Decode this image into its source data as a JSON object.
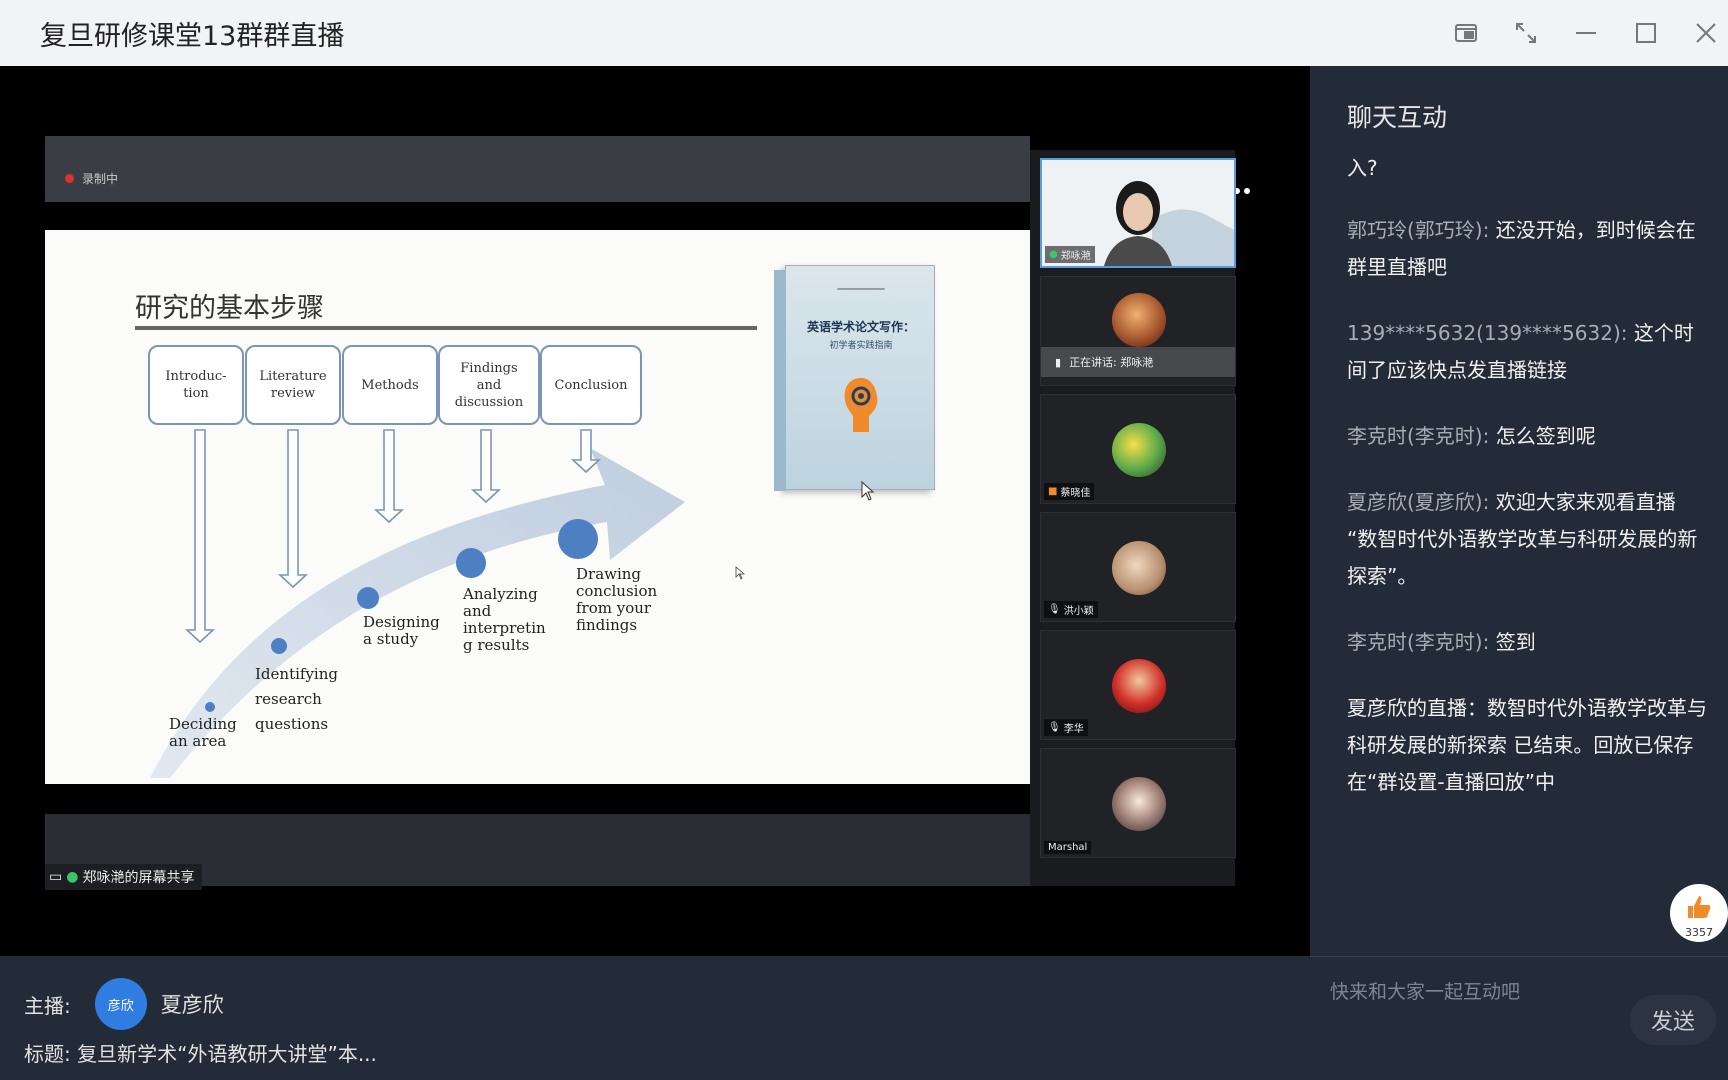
{
  "window": {
    "title": "复旦研修课堂13群群直播"
  },
  "stage": {
    "recording_label": "录制中",
    "share_label": "郑咏滟的屏幕共享"
  },
  "slide": {
    "title": "研究的基本步骤",
    "steps": [
      {
        "box": "Introduc-\ntion",
        "label": "Deciding\nan area"
      },
      {
        "box": "Literature\nreview",
        "label": "Identifying\nresearch\nquestions"
      },
      {
        "box": "Methods",
        "label": "Designing\na study"
      },
      {
        "box": "Findings\nand\ndiscussion",
        "label": "Analyzing\nand\ninterpretin\ng results"
      },
      {
        "box": "Conclusion",
        "label": "Drawing\nconclusion\nfrom your\nfindings"
      }
    ],
    "book": {
      "title": "英语学术论文写作：",
      "subtitle": "初学者实践指南"
    }
  },
  "participants": [
    {
      "name": "郑咏滟"
    },
    {
      "name": "",
      "speaking": "正在讲话: 郑咏滟"
    },
    {
      "name": "蔡晓佳"
    },
    {
      "name": "洪小颖"
    },
    {
      "name": "李华"
    },
    {
      "name": "Marshal"
    }
  ],
  "chat": {
    "header": "聊天互动",
    "messages": [
      {
        "who": "",
        "text": "入?"
      },
      {
        "who": "郭巧玲(郭巧玲): ",
        "text": "还没开始，到时候会在群里直播吧"
      },
      {
        "who": "139****5632(139****5632): ",
        "text": "这个时间了应该快点发直播链接"
      },
      {
        "who": "李克时(李克时): ",
        "text": "怎么签到呢"
      },
      {
        "who": "夏彦欣(夏彦欣): ",
        "text": "欢迎大家来观看直播 “数智时代外语教学改革与科研发展的新探索”。"
      },
      {
        "who": "李克时(李克时): ",
        "text": "签到"
      },
      {
        "who": "",
        "text": "夏彦欣的直播：数智时代外语教学改革与科研发展的新探索 已结束。回放已保存在“群设置-直播回放”中"
      }
    ],
    "like_count": "3357",
    "input_placeholder": "快来和大家一起互动吧",
    "send_label": "发送"
  },
  "host": {
    "label": "主播:",
    "avatar_text": "彦欣",
    "name": "夏彦欣",
    "subject": "标题:  复旦新学术“外语教研大讲堂”本..."
  },
  "colors": {
    "accent": "#2f7de1",
    "chat_bg": "#232b38",
    "stage_bg": "#000000"
  }
}
